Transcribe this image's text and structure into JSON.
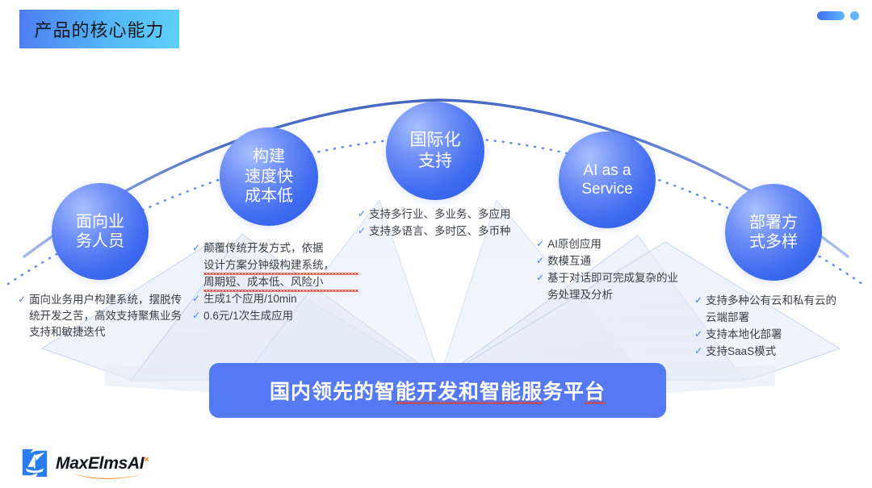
{
  "slide": {
    "title": "产品的核心能力",
    "background_color": "#ffffff",
    "accent_color": "#4a7cf3",
    "title_gradient_from": "#4d7cf2",
    "title_gradient_to": "#5fd0f8"
  },
  "decoration": {
    "pill_name": "gradient-pill",
    "dot_name": "accent-dot"
  },
  "bubbles": [
    {
      "id": "audience",
      "lines": [
        "面向业",
        "务人员"
      ]
    },
    {
      "id": "build-speed",
      "lines": [
        "构建",
        "速度快",
        "成本低"
      ]
    },
    {
      "id": "i18n",
      "lines": [
        "国际化",
        "支持"
      ]
    },
    {
      "id": "ai-as-service",
      "lines": [
        "AI as a",
        "Service"
      ]
    },
    {
      "id": "deployment",
      "lines": [
        "部署方",
        "式多样"
      ]
    }
  ],
  "columns": [
    {
      "id": "audience",
      "items": [
        {
          "text": "面向业务用户构建系统，摆脱传统开发之苦，高效支持聚焦业务支持和敏捷迭代",
          "check": true,
          "misspelled": false
        }
      ]
    },
    {
      "id": "build-speed",
      "items": [
        {
          "text": "颠覆传统开发方式，依据",
          "check": true,
          "misspelled": false
        },
        {
          "text": "设计方案分钟级构建系统，",
          "check": false,
          "misspelled": true
        },
        {
          "text": "周期短、成本低、风险小",
          "check": false,
          "misspelled": true
        },
        {
          "text": "生成1个应用/10min",
          "check": true,
          "misspelled": false
        },
        {
          "text": "0.6元/1次生成应用",
          "check": true,
          "misspelled": false
        }
      ]
    },
    {
      "id": "i18n",
      "items": [
        {
          "text": "支持多行业、多业务、多应用",
          "check": true,
          "misspelled": false
        },
        {
          "text": "支持多语言、多时区、多币种",
          "check": true,
          "misspelled": false
        }
      ]
    },
    {
      "id": "ai-as-service",
      "items": [
        {
          "text": "AI原创应用",
          "check": true,
          "misspelled": false
        },
        {
          "text": "数模互通",
          "check": true,
          "misspelled": false
        },
        {
          "text": "基于对话即可完成复杂的业",
          "check": true,
          "misspelled": false
        },
        {
          "text": "务处理及分析",
          "check": false,
          "misspelled": false
        }
      ]
    },
    {
      "id": "deployment",
      "items": [
        {
          "text": "支持多种公有云和私有云的",
          "check": true,
          "misspelled": false
        },
        {
          "text": "云端部署",
          "check": false,
          "misspelled": false
        },
        {
          "text": "支持本地化部署",
          "check": true,
          "misspelled": false
        },
        {
          "text": "支持SaaS模式",
          "check": true,
          "misspelled": false
        }
      ]
    }
  ],
  "cta": {
    "text": "国内领先的智能开发和智能服务平台",
    "background_color": "#5579f2",
    "text_color": "#ffffff"
  },
  "logo": {
    "name": "MaxElmsAI",
    "word_main": "MaxElmsAI",
    "superscript": "×",
    "mark_color": "#2a7cf0",
    "swoosh_color": "#f08a1f"
  }
}
